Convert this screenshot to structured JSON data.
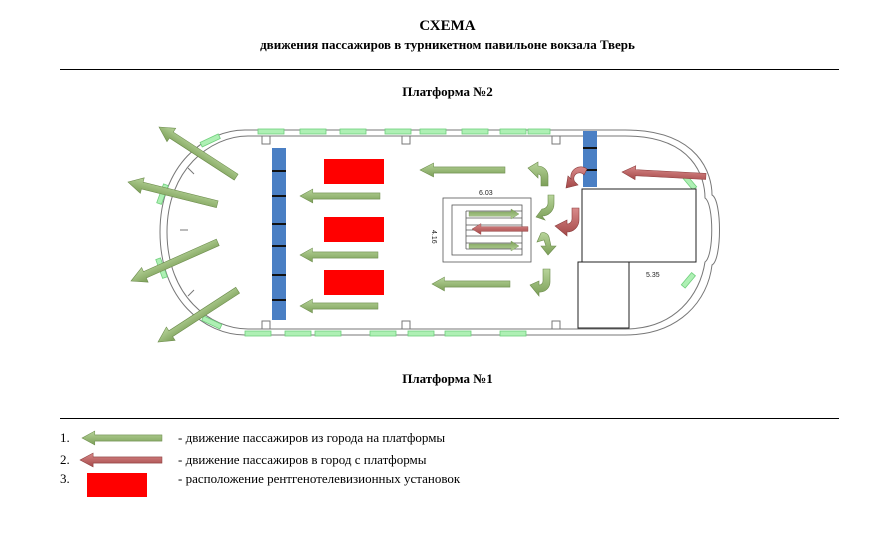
{
  "header": {
    "title": "СХЕМА",
    "subtitle": "движения пассажиров в турникетном павильоне вокзала Тверь"
  },
  "platforms": {
    "top_label": "Платформа №2",
    "bottom_label": "Платформа №1"
  },
  "dimensions": {
    "stair_width": "6.03",
    "stair_depth": "4.16",
    "annex_width": "5.35"
  },
  "legend": [
    {
      "number": "1.",
      "text": "-  движение пассажиров из города на платформы",
      "symbol": "green-arrow",
      "color": "#8fb36a"
    },
    {
      "number": "2.",
      "text": "- движение пассажиров в город с платформы",
      "symbol": "red-arrow",
      "color": "#b45a5a"
    },
    {
      "number": "3.",
      "text": "- расположение рентгенотелевизионных установок",
      "symbol": "red-rect",
      "color": "#ff0000"
    }
  ],
  "colors": {
    "green_arrow": "#8fb36a",
    "red_arrow": "#b45a5a",
    "xray": "#ff0000",
    "turnstile": "#4a7fc4",
    "window": "#8fe09a"
  }
}
